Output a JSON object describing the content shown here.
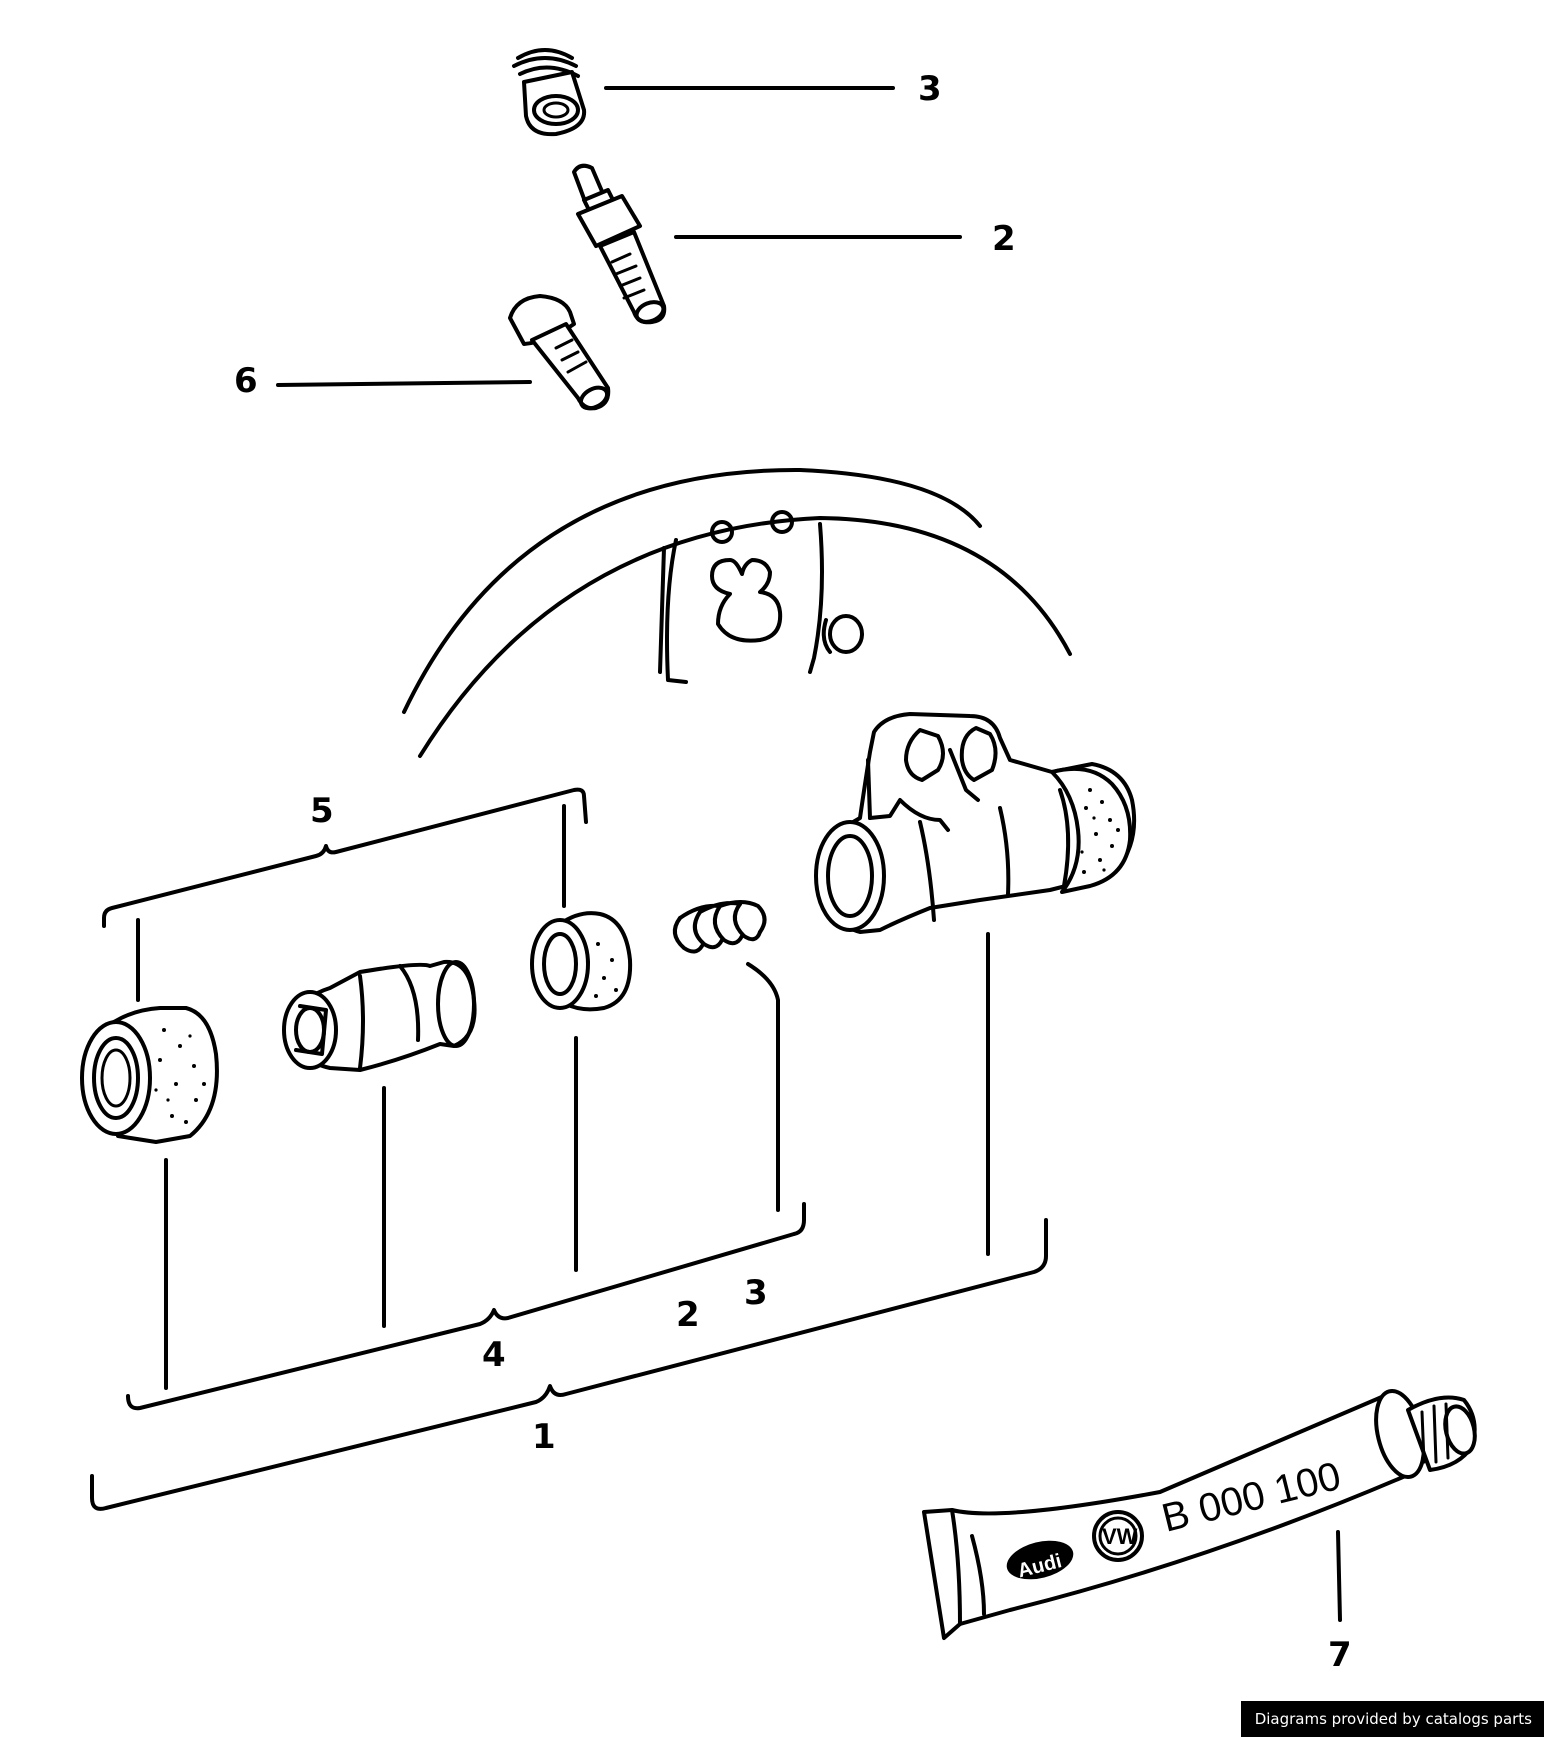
{
  "callouts": {
    "c3_top": "3",
    "c2_top": "2",
    "c6": "6",
    "c5": "5",
    "c4": "4",
    "c2_bottom": "2",
    "c3_bottom": "3",
    "c1": "1",
    "c7": "7"
  },
  "tube": {
    "part_number": "B 000 100",
    "brand_audi": "Audi",
    "brand_vw": "VW"
  },
  "credit": "Diagrams provided by catalogs parts"
}
